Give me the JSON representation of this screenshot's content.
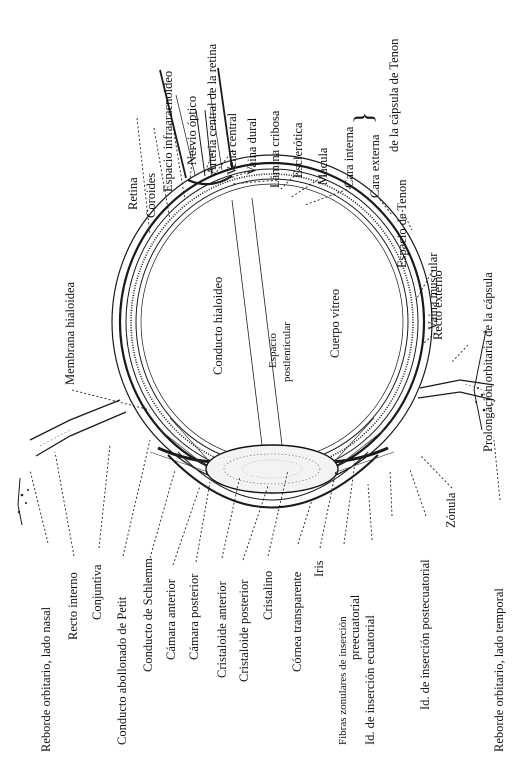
{
  "labels": {
    "retina": "Retina",
    "coroides": "Coroides",
    "espacio_infraaracnoideo": "Espacio infraaracnoideo",
    "nervio_optico": "Nervio óptico",
    "arteria_central": "Arteria central de la retina",
    "vena_central": "Vena central",
    "vaina_dural": "Vaina dural",
    "lamina_cribosa": "Lámina cribosa",
    "esclerotica": "Esclerótica",
    "macula": "Mácula",
    "cara_interna": "Cara interna",
    "cara_externa": "Cara externa",
    "capsula_tenon": "de la cápsula de Tenon",
    "espacio_tenon": "Espacio de Tenon",
    "vaina_muscular": "Vaina muscular",
    "recto_externo": "Recto externo",
    "prolongacion": "Prolongación orbitaria de la cápsula",
    "membrana_hialoidea": "Membrana hialoidea",
    "conducto_hialoideo": "Conducto hialoideo",
    "espacio_postlenticular_1": "Espacio",
    "espacio_postlenticular_2": "postlenticular",
    "cuerpo_vitreo": "Cuerpo vítreo",
    "reborde_nasal": "Reborde orbitario, lado nasal",
    "recto_interno": "Recto interno",
    "conjuntiva": "Conjuntiva",
    "conducto_petit": "Conducto abollonado de Petit",
    "conducto_schlemm": "Conducto de Schlemm",
    "camara_anterior": "Cámara anterior",
    "camara_posterior": "Cámara posterior",
    "cristaloide_anterior": "Cristaloide anterior",
    "cristaloide_posterior": "Cristaloide posterior",
    "cristalino": "Cristalino",
    "cornea": "Córnea transparente",
    "iris": "Iris",
    "fibras_1": "Fibras zonulares de inserción",
    "fibras_2": "preecuatorial",
    "fibras_3": "Id. de inserción ecuatorial",
    "id_postecuatorial": "Id. de inserción postecuatorial",
    "zonula": "Zónula",
    "reborde_temporal": "Reborde orbitario, lado temporal"
  }
}
